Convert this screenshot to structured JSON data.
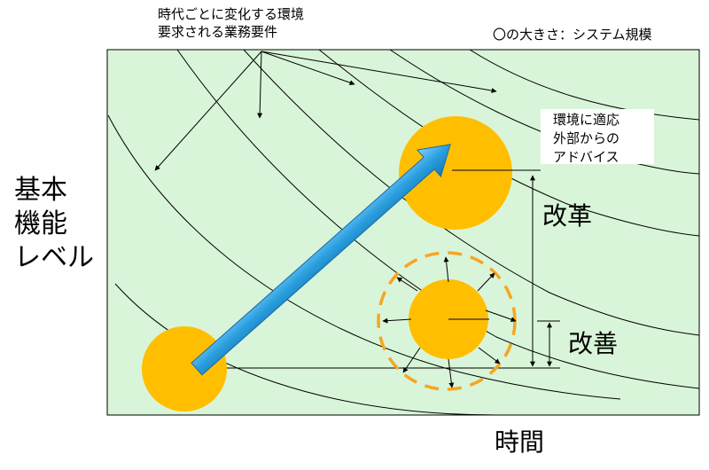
{
  "env_text": [
    "時代ごとに変化する環境",
    "要求される業務要件"
  ],
  "legend_text": "〇の大きさ：システム規模",
  "y_axis_label": [
    "基本",
    "機能",
    "レベル"
  ],
  "x_axis_label": "時間",
  "kaikaku_label": "改革",
  "kaizen_label": "改善",
  "advice_text": [
    "環境に適応",
    "外部からの",
    "アドバイス"
  ],
  "colors": {
    "background": "#d9f5d9",
    "circle": "#ffbf00",
    "arrow": "#2a9fde",
    "dashed": "#f5a623"
  }
}
